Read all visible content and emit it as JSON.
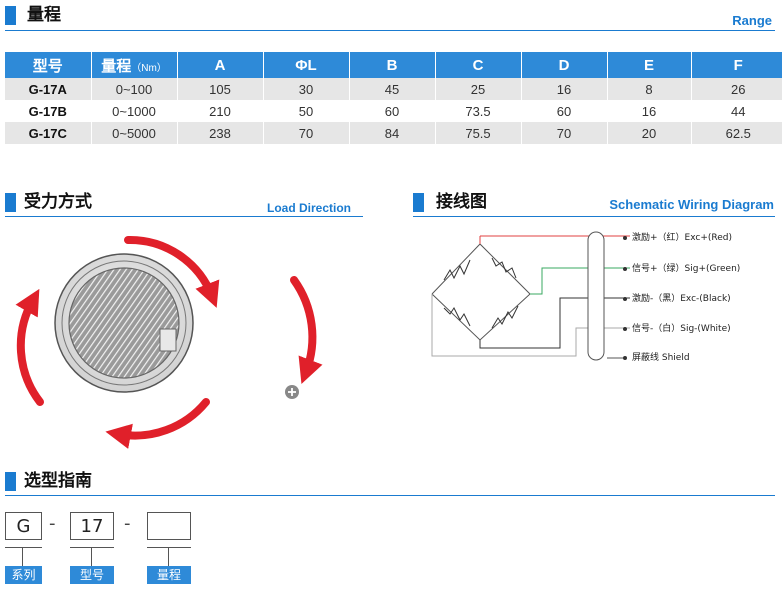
{
  "range_section": {
    "title": "量程",
    "title_en": "Range"
  },
  "spec_table": {
    "headers": [
      "型号",
      "量程",
      "A",
      "ΦL",
      "B",
      "C",
      "D",
      "E",
      "F"
    ],
    "range_unit": "（Nm）",
    "rows": [
      [
        "G-17A",
        "0~100",
        "105",
        "30",
        "45",
        "25",
        "16",
        "8",
        "26"
      ],
      [
        "G-17B",
        "0~1000",
        "210",
        "50",
        "60",
        "73.5",
        "60",
        "16",
        "44"
      ],
      [
        "G-17C",
        "0~5000",
        "238",
        "70",
        "84",
        "75.5",
        "70",
        "20",
        "62.5"
      ]
    ]
  },
  "load_section": {
    "title": "受力方式",
    "title_en": "Load Direction"
  },
  "wiring_section": {
    "title": "接线图",
    "title_en": "Schematic Wiring Diagram",
    "labels": [
      {
        "text": "激励+（红）Exc+(Red)",
        "color": "#e04040"
      },
      {
        "text": "信号+（绿）Sig+(Green)",
        "color": "#3aa860"
      },
      {
        "text": "激励-（黑）Exc-(Black)",
        "color": "#333333"
      },
      {
        "text": "信号-（白）Sig-(White)",
        "color": "#aaaaaa"
      },
      {
        "text": "屏蔽线  Shield",
        "color": "#333333"
      }
    ]
  },
  "selection_section": {
    "title": "选型指南",
    "boxes": [
      "G",
      "17",
      ""
    ],
    "separator": "-",
    "tags": [
      "系列",
      "型号",
      "量程"
    ]
  },
  "colors": {
    "accent": "#1a7bd0",
    "header_bg": "#2e8ad8",
    "arrow_red": "#e0202a"
  }
}
